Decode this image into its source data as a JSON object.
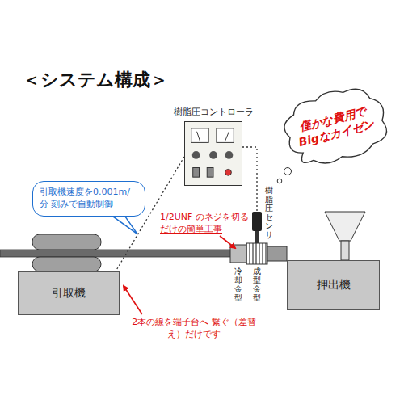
{
  "diagram": {
    "title": "＜システム構成＞",
    "nodes": [
      {
        "text": [
          "僅かな費用で Bigなカイゼン"
        ]
      },
      {
        "text": [
          "樹脂圧コントローラ"
        ]
      },
      {
        "text": [
          "引取機速度を0.001m/分 刻みで自動制御"
        ]
      },
      {
        "text": [
          "樹脂圧センサ"
        ]
      },
      {
        "text": [
          "引取機"
        ]
      },
      {
        "text": [
          "押出機"
        ]
      }
    ],
    "edges": [
      {
        "from": 1,
        "to": 4,
        "arrow": "none"
      },
      {
        "from": 1,
        "to": 3,
        "arrow": "none"
      }
    ],
    "labels": [
      "冷却金型",
      "成型金型",
      "1/2UNF のネジを切る だけの簡単工事",
      "2本の線を端子台へ 繋ぐ（差替え）だけです"
    ]
  }
}
